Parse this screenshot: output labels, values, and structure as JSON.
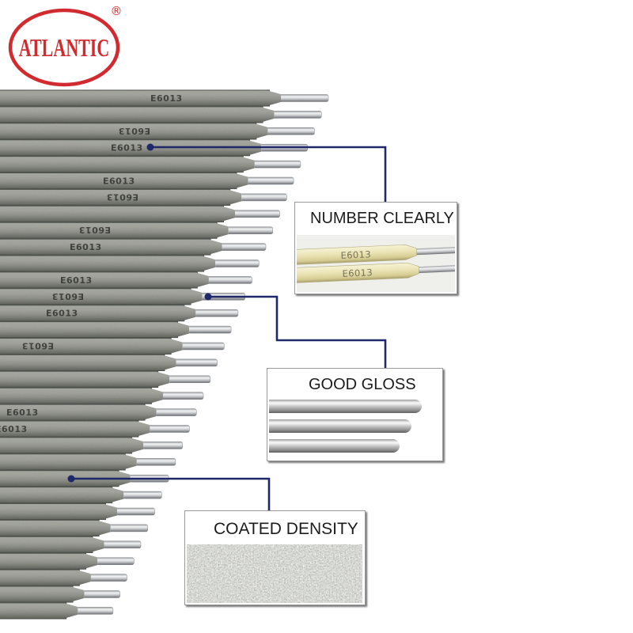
{
  "logo": {
    "text": "ATLANTIC",
    "registered_mark": "®"
  },
  "electrodes": {
    "imprint": "E6013"
  },
  "callouts": {
    "number_clearly": {
      "title": "NUMBER CLEARLY",
      "sample_imprint": "E6013"
    },
    "good_gloss": {
      "title": "GOOD GLOSS"
    },
    "coated_density": {
      "title": "COATED DENSITY"
    }
  },
  "colors": {
    "logo_red": "#d22b2f",
    "leader_line": "#1f2868",
    "callout_text": "#1c1c1c",
    "coating_grey": "#8c8e87",
    "core_wire_silver": "#c8cacd"
  }
}
